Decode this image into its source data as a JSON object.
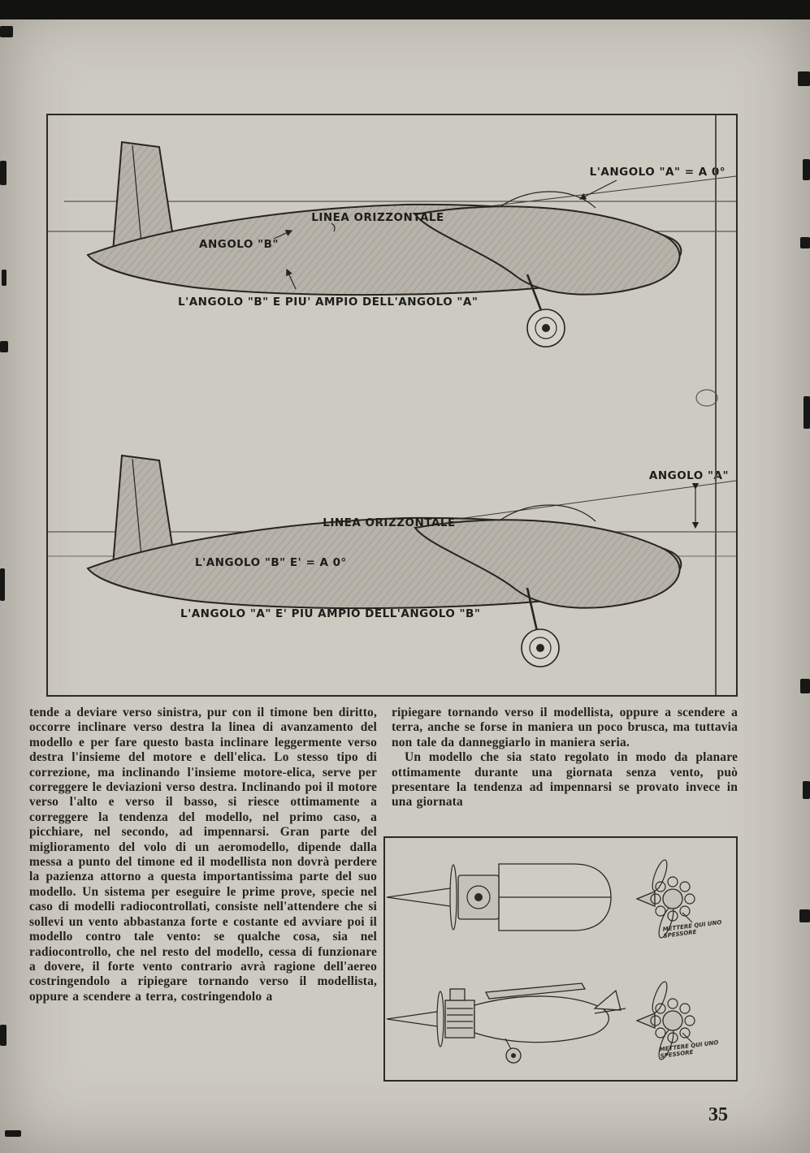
{
  "page": {
    "number": "35"
  },
  "diagrams": {
    "top": {
      "angle_a_label": "L'ANGOLO \"A\" = A 0°",
      "horizontal_line_label": "LINEA ORIZZONTALE",
      "angle_b_label": "ANGOLO \"B\"",
      "caption": "L'ANGOLO \"B\" E PIU' AMPIO DELL'ANGOLO \"A\""
    },
    "bottom": {
      "angle_a_label": "ANGOLO \"A\"",
      "horizontal_line_label": "LINEA ORIZZONTALE",
      "angle_b_label": "L'ANGOLO \"B\" E' = A 0°",
      "caption": "L'ANGOLO \"A\" E' PIÙ AMPIO DELL'ANGOLO \"B\""
    }
  },
  "article": {
    "left_column": "tende a deviare verso sinistra, pur con il timone ben diritto, occorre inclinare verso destra la linea di avanzamento del modello e per fare questo basta inclinare leggermente verso destra l'insieme del motore e dell'elica. Lo stesso tipo di correzione, ma inclinando l'insieme motore-elica, serve per correggere le deviazioni verso destra. Inclinando poi il motore verso l'alto e verso il basso, si riesce ottimamente a correggere la tendenza del modello, nel primo caso, a picchiare, nel secondo, ad impennarsi. Gran parte del miglioramento del volo di un aeromodello, dipende dalla messa a punto del timone ed il modellista non dovrà perdere la pazienza attorno a questa importantissima parte del suo modello. Un sistema per eseguire le prime prove, specie nel caso di modelli radiocontrollati, consiste nell'attendere che si sollevi un vento abbastanza forte e costante ed avviare poi il modello contro tale vento: se qualche cosa, sia nel radiocontrollo, che nel resto del modello, cessa di funzionare a dovere, il forte vento contrario avrà ragione dell'aereo costringendolo a ripiegare tornando verso il modellista, oppure a scendere a terra, costringendolo a",
    "right_column_p1": "ripiegare tornando verso il modellista, oppure a scendere a terra, anche se forse in maniera un poco brusca, ma tuttavia non tale da danneggiarlo in maniera seria.",
    "right_column_p2": "Un modello che sia stato regolato in modo da planare ottimamente durante una giornata senza vento, può presentare la tendenza ad impennarsi se provato invece in una giornata"
  },
  "inset": {
    "caption_top": "METTERE QUI UNO SPESSORE",
    "caption_bottom": "METTERE QUI UNO SPESSORE"
  }
}
